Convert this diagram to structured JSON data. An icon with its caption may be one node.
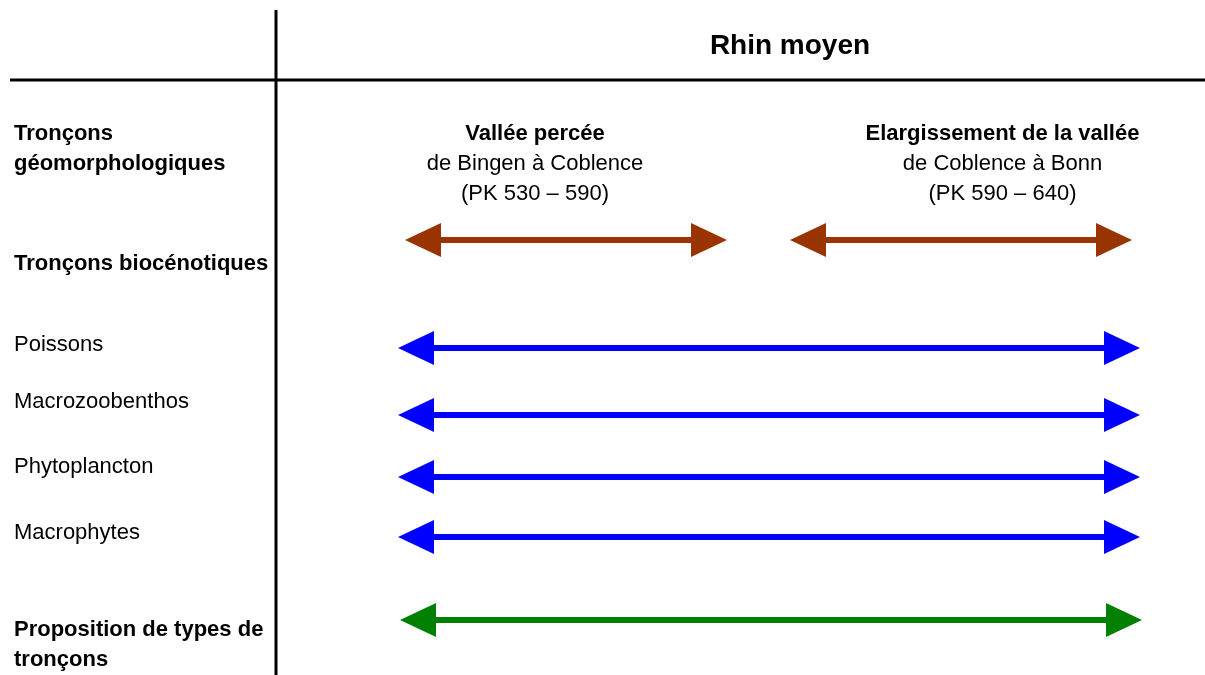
{
  "diagram": {
    "title": "Rhin moyen",
    "labels": [
      "Tronçons géomorphologiques",
      "Vallée percée",
      "de Bingen à Coblence",
      "(PK 530 – 590)",
      "Elargissement de la vallée",
      "de Coblence à Bonn",
      "(PK 590 – 640)",
      "Tronçons biocénotiques",
      "Poissons",
      "Macrozoobenthos",
      "Phytoplancton",
      "Macrophytes",
      "Proposition de types de tronçons"
    ]
  }
}
